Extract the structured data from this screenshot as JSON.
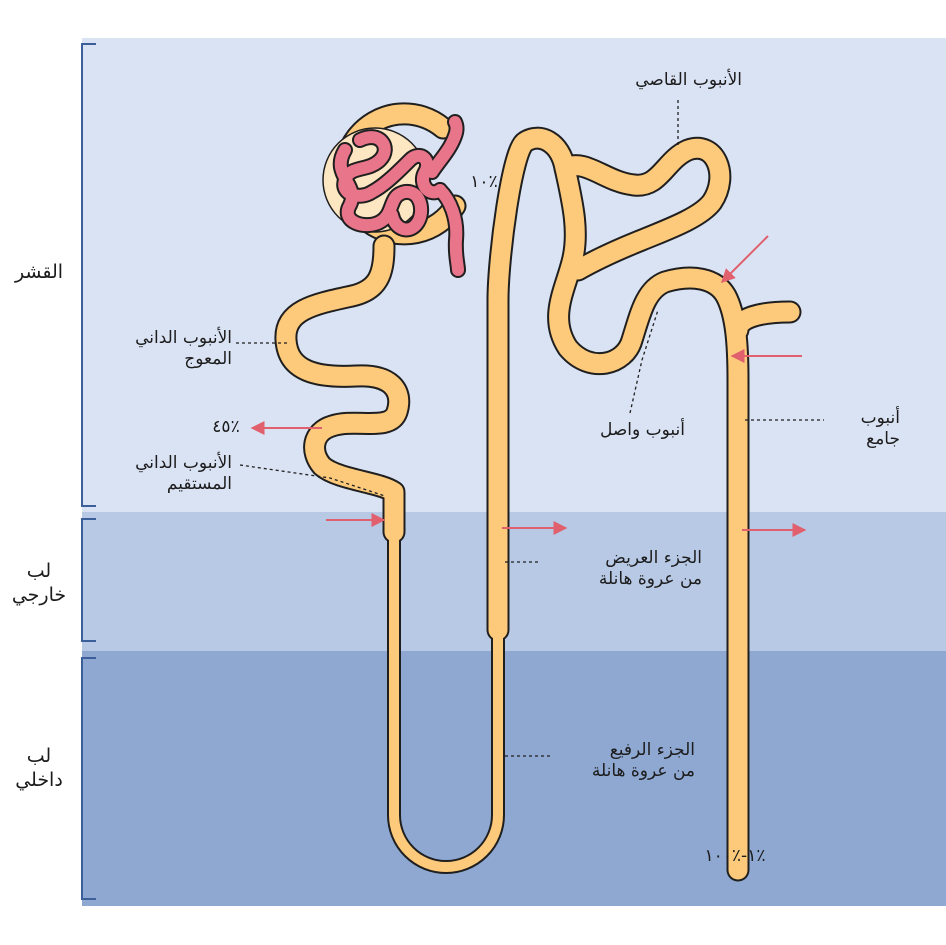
{
  "zones": {
    "cortex": "القشر",
    "outer_medulla": [
      "لب",
      "خارجي"
    ],
    "inner_medulla": [
      "لب",
      "داخلي"
    ]
  },
  "labels": {
    "pct": [
      "الأنبوب الداني",
      "المعوج"
    ],
    "pst": [
      "الأنبوب الداني",
      "المستقيم"
    ],
    "dct": "الأنبوب القاصي",
    "connecting": "أنبوب واصل",
    "collecting": [
      "أنبوب",
      "جامع"
    ],
    "thick_limb": [
      "الجزء العريض",
      "من عروة هانلة"
    ],
    "thin_limb": [
      "الجزء الرفيع",
      "من عروة هانلة"
    ]
  },
  "percentages": {
    "proximal": "٪٤٥",
    "distal": "٪١٠",
    "collecting": "٪١-٪١٠٠"
  },
  "colors": {
    "cortex": "#dae3f4",
    "outer_medulla": "#b8c9e6",
    "inner_medulla": "#8ea8d2",
    "tubule": "#fdc97a",
    "tubule_outline": "#1f1f1f",
    "glomerulus": "#e8758a",
    "capsule": "#fdc97a",
    "arrow": "#e0606d"
  }
}
